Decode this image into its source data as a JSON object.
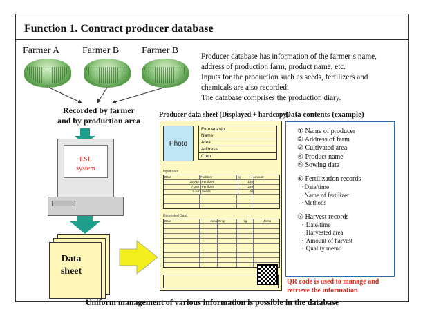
{
  "title": "Function 1. Contract producer database",
  "farmers": [
    "Farmer A",
    "Farmer B",
    "Farmer B"
  ],
  "description": [
    "Producer database has information of the farmer’s name,",
    "address of production farm, product name, etc.",
    "Inputs for the production such as seeds, fertilizers and",
    "chemicals are also recorded.",
    "The database comprises the production diary."
  ],
  "recorded_label": [
    "Recorded by farmer",
    "and by production area"
  ],
  "system_label": [
    "ESL",
    "system"
  ],
  "data_sheet_label": [
    "Data",
    "sheet"
  ],
  "sheet_title": "Producer  data sheet (Displayed + hardcopy)",
  "sheet": {
    "photo": "Photo",
    "fields": [
      "Farmers No.",
      "Name",
      "Area",
      "Address",
      "Crop"
    ],
    "input_label": "Input data",
    "input_header": [
      "Date",
      "Fertilizer",
      "kg",
      "Amount"
    ],
    "input_rows": [
      [
        "20-Apr",
        "Fertilizer",
        "120"
      ],
      [
        "7-Jun",
        "Fertilizer",
        "220"
      ],
      [
        "2-Jul",
        "Seeds",
        "50"
      ]
    ],
    "harvest_label": "Harvested Data",
    "harvest_header": [
      "Date",
      "Area",
      "Crop",
      "kg",
      "Memo"
    ]
  },
  "contents_title": "Data contents (example)",
  "contents": {
    "basic": [
      "① Name of producer",
      "② Address of farm",
      "③ Cultivated area",
      "④ Product name",
      "⑤ Sowing data"
    ],
    "fert_head": "⑥  Fertilization records",
    "fert_items": [
      "･Date/time",
      "･Name of fertilizer",
      "･Methods"
    ],
    "harv_head": "⑦  Harvest records",
    "harv_items": [
      "･ Date/time",
      "･ Harvested area",
      "･ Amount of harvest",
      "･ Quality memo"
    ]
  },
  "qr_label": [
    "QR code is used to manage and",
    "retrieve the information"
  ],
  "footer": "Uniform management of various information is possible in the database",
  "colors": {
    "arrow_green": "#1f9e8b",
    "arrow_yellow": "#f3ef1e",
    "red_text": "#d52a1e",
    "box_blue": "#2b6cb0",
    "sheet_yellow": "#fef9c2"
  }
}
